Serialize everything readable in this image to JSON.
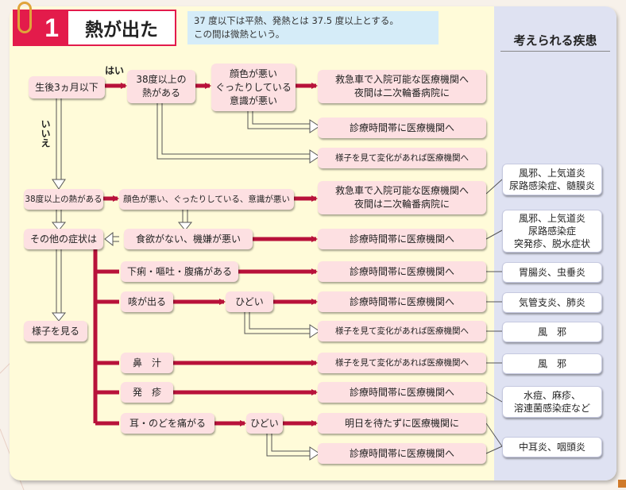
{
  "header": {
    "number": "1",
    "title": "熱が出た",
    "note_line1": "37 度以下は平熱、発熱とは 37.5 度以上とする。",
    "note_line2": "この間は微熱という。"
  },
  "sidebar": {
    "title": "考えられる疾患"
  },
  "labels": {
    "yes": "はい",
    "no": "いいえ"
  },
  "boxes": {
    "age": "生後3ヵ月以下",
    "fever38a_l1": "38度以上の",
    "fever38a_l2": "熱がある",
    "badcolor_l1": "顔色が悪い",
    "badcolor_l2": "ぐったりしている",
    "badcolor_l3": "意識が悪い",
    "ambulance1_l1": "救急車で入院可能な医療機関へ",
    "ambulance1_l2": "夜間は二次輪番病院に",
    "clinic1": "診療時間帯に医療機関へ",
    "watch1": "様子を見て変化があれば医療機関へ",
    "fever38b": "38度以上の熱がある",
    "badcolor2": "顔色が悪い、ぐったりしている、意識が悪い",
    "ambulance2_l1": "救急車で入院可能な医療機関へ",
    "ambulance2_l2": "夜間は二次輪番病院に",
    "other": "その他の症状は",
    "appetite": "食欲がない、機嫌が悪い",
    "clinic2": "診療時間帯に医療機関へ",
    "watch_main": "様子を見る",
    "diarrhea": "下痢・嘔吐・腹痛がある",
    "clinic3": "診療時間帯に医療機関へ",
    "cough": "咳が出る",
    "severe1": "ひどい",
    "clinic4": "診療時間帯に医療機関へ",
    "watch2": "様子を見て変化があれば医療機関へ",
    "nose": "鼻　汁",
    "watch3": "様子を見て変化があれば医療機関へ",
    "rash": "発　疹",
    "clinic5": "診療時間帯に医療機関へ",
    "ear": "耳・のどを痛がる",
    "severe2": "ひどい",
    "nextday": "明日を待たずに医療機関に",
    "clinic6": "診療時間帯に医療機関へ"
  },
  "diseases": {
    "d1_l1": "風邪、上気道炎",
    "d1_l2": "尿路感染症、髄膜炎",
    "d2_l1": "風邪、上気道炎",
    "d2_l2": "尿路感染症",
    "d2_l3": "突発疹、脱水症状",
    "d3": "胃腸炎、虫垂炎",
    "d4": "気管支炎、肺炎",
    "d5": "風　邪",
    "d6": "風　邪",
    "d7_l1": "水痘、麻疹、",
    "d7_l2": "溶連菌感染症など",
    "d8": "中耳炎、咽頭炎"
  },
  "colors": {
    "accent": "#e31b4b",
    "arrow_red": "#b8123a",
    "box_pink": "#fde0e2",
    "side_blue": "#dfe2f2",
    "note_blue": "#d5ecf8",
    "panel": "#fffbd9"
  }
}
